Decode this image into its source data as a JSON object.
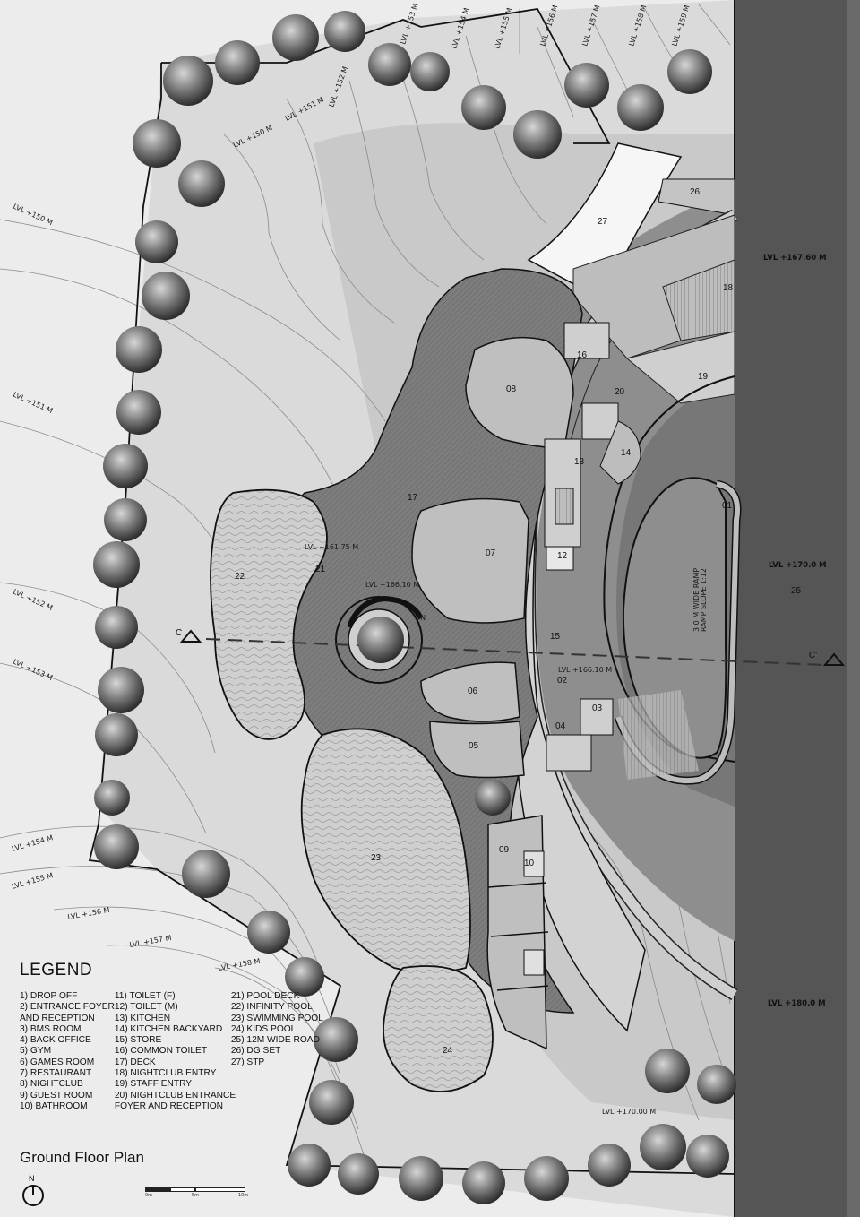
{
  "plan": {
    "title": "Ground Floor Plan",
    "north_label": "N",
    "scale_ticks": [
      "0m",
      "5m",
      "10m"
    ],
    "section_marks": {
      "left": "C",
      "right": "C'"
    },
    "levels_terrain": [
      "LVL +150 M",
      "LVL +151 M",
      "LVL +152 M",
      "LVL +153 M",
      "LVL +154 M",
      "LVL +155 M",
      "LVL +156 M",
      "LVL +157 M",
      "LVL +158 M",
      "LVL +159 M"
    ],
    "levels_top": [
      "LVL +150 M",
      "LVL +151 M",
      "LVL +152 M",
      "LVL +153 M",
      "LVL +154 M",
      "LVL +155 M",
      "LVL +156 M",
      "LVL +157 M",
      "LVL +158 M",
      "LVL +159 M"
    ],
    "levels_left": [
      "LVL +150 M",
      "LVL +151 M",
      "LVL +152 M",
      "LVL +153 M",
      "LVL +154 M",
      "LVL +155 M",
      "LVL +156 M",
      "LVL +157 M",
      "LVL +158 M"
    ],
    "level_road_top": "LVL +167.60 M",
    "level_road_mid": "LVL +170.0 M",
    "level_road_bottom": "LVL +180.0 M",
    "level_deck": "LVL +161.75 M",
    "level_stair": "LVL +166.10 M",
    "level_entry": "LVL +166.10 M",
    "level_south": "LVL +170.00 M",
    "stair_dn": "DN",
    "ramp_label_1": "RAMP SLOPE 1:12",
    "ramp_label_2": "3.0 M WIDE RAMP",
    "road_number": "25"
  },
  "rooms": [
    "01",
    "02",
    "03",
    "04",
    "05",
    "06",
    "07",
    "08",
    "09",
    "10",
    "12",
    "13",
    "14",
    "15",
    "16",
    "17",
    "18",
    "19",
    "20",
    "21",
    "22",
    "23",
    "24",
    "26",
    "27"
  ],
  "legend": {
    "title": "LEGEND",
    "col1": [
      "1) DROP OFF",
      "2) ENTRANCE FOYER",
      "AND RECEPTION",
      "3) BMS ROOM",
      "4) BACK OFFICE",
      "5) GYM",
      "6) GAMES ROOM",
      "7) RESTAURANT",
      "8) NIGHTCLUB",
      "9) GUEST ROOM",
      "10) BATHROOM"
    ],
    "col2": [
      "11) TOILET (F)",
      "12) TOILET (M)",
      "13) KITCHEN",
      "14) KITCHEN BACKYARD",
      "15) STORE",
      "16) COMMON TOILET",
      "17) DECK",
      "18) NIGHTCLUB ENTRY",
      "19) STAFF ENTRY",
      "20) NIGHTCLUB ENTRANCE",
      "FOYER AND RECEPTION"
    ],
    "col3": [
      "21) POOL DECK",
      "22) INFINITY POOL",
      "23) SWIMMING POOL",
      "24) KIDS POOL",
      "25) 12M WIDE ROAD",
      "26) DG SET",
      "27) STP"
    ]
  }
}
